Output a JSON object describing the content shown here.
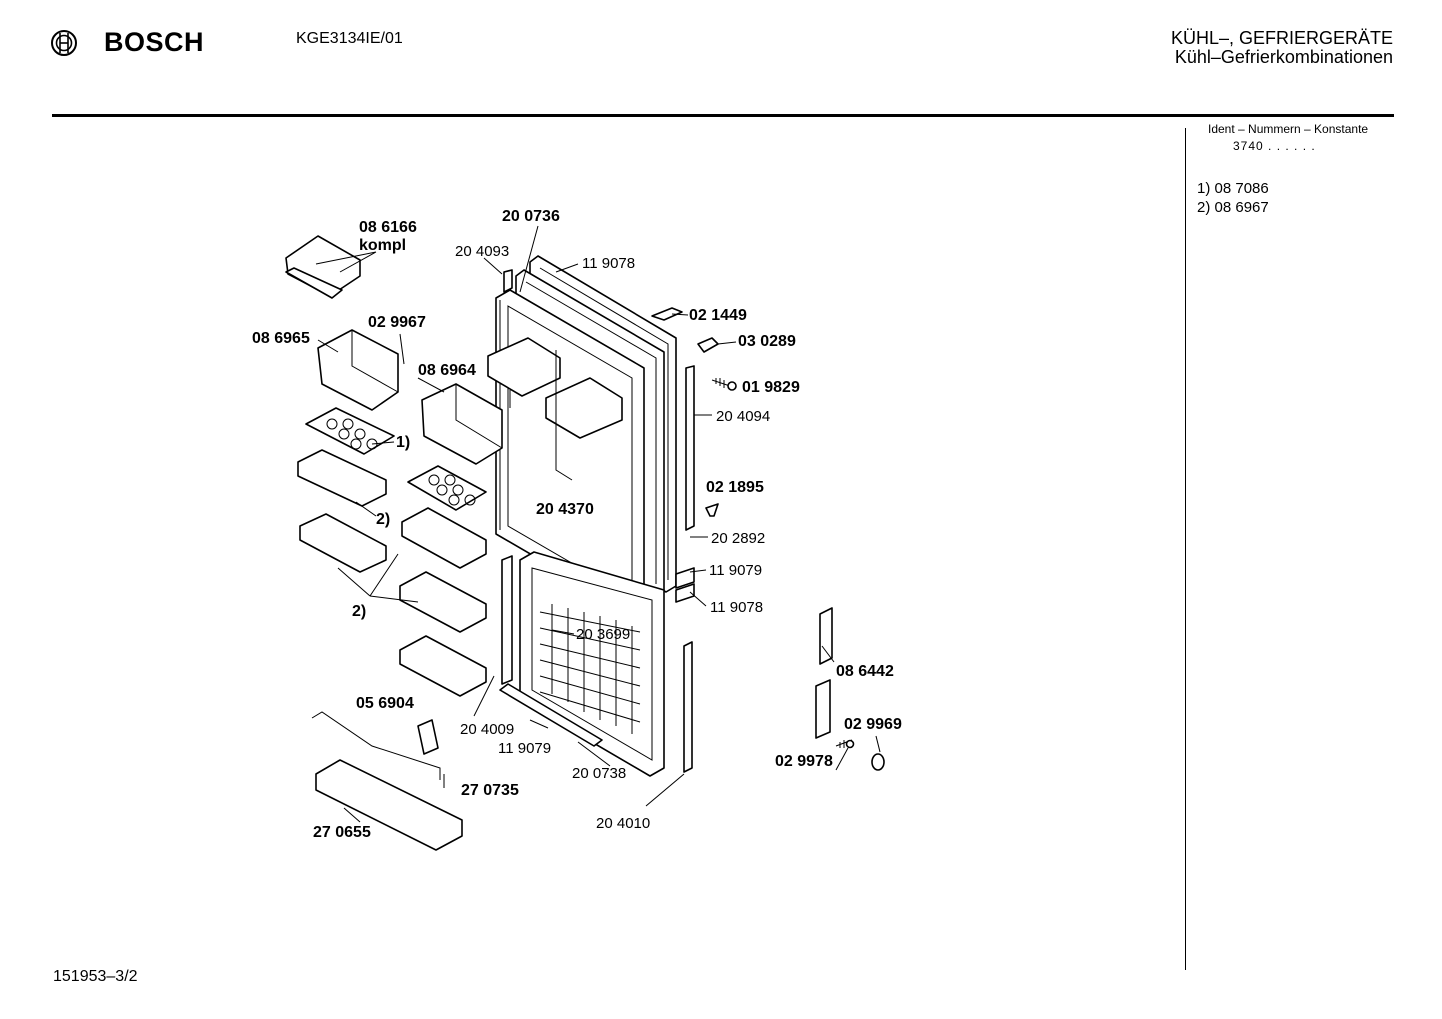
{
  "header": {
    "brand": "BOSCH",
    "model": "KGE3134IE/01",
    "category": "KÜHL–, GEFRIERGERÄTE",
    "subcategory": "Kühl–Gefrierkombinationen"
  },
  "sidebar": {
    "ident_label": "Ident – Nummern – Konstante",
    "ident_value": "3740 . .   . . . .",
    "notes": [
      "1)  08 7086",
      "2)  08 6967"
    ]
  },
  "diagram": {
    "labels": {
      "p086166": "08 6166",
      "kompl": "kompl",
      "p200736": "20 0736",
      "p204093": "20 4093",
      "p119078a": "11 9078",
      "p021449": "02 1449",
      "p030289": "03 0289",
      "p019829": "01 9829",
      "p204094": "20 4094",
      "p086965": "08 6965",
      "p029967": "02 9967",
      "p086964": "08 6964",
      "n1": "1)",
      "n2a": "2)",
      "n2b": "2)",
      "p204370": "20 4370",
      "p021895": "02 1895",
      "p202892": "20 2892",
      "p119079a": "11 9079",
      "p119078b": "11 9078",
      "p203699": "20 3699",
      "p086442": "08 6442",
      "p029969": "02 9969",
      "p029978": "02 9978",
      "p056904": "05 6904",
      "p204009": "20 4009",
      "p119079b": "11 9079",
      "p200738": "20 0738",
      "p270735": "27 0735",
      "p270655": "27 0655",
      "p204010": "20 4010"
    }
  },
  "footer": {
    "code": "151953–3/2"
  }
}
